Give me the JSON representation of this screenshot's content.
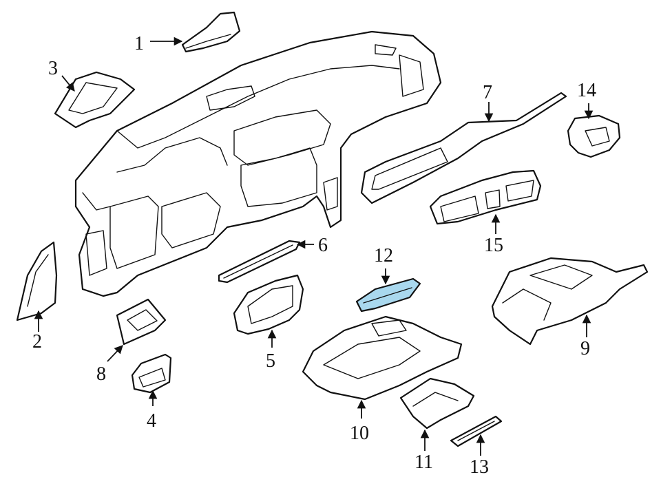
{
  "diagram": {
    "highlight_color": "#a9d8ee",
    "line_color": "#111111",
    "background": "#ffffff",
    "callouts": [
      {
        "id": "c1",
        "label": "1"
      },
      {
        "id": "c2",
        "label": "2"
      },
      {
        "id": "c3",
        "label": "3"
      },
      {
        "id": "c4",
        "label": "4"
      },
      {
        "id": "c5",
        "label": "5"
      },
      {
        "id": "c6",
        "label": "6"
      },
      {
        "id": "c7",
        "label": "7"
      },
      {
        "id": "c8",
        "label": "8"
      },
      {
        "id": "c9",
        "label": "9"
      },
      {
        "id": "c10",
        "label": "10"
      },
      {
        "id": "c11",
        "label": "11"
      },
      {
        "id": "c12",
        "label": "12"
      },
      {
        "id": "c13",
        "label": "13"
      },
      {
        "id": "c14",
        "label": "14"
      },
      {
        "id": "c15",
        "label": "15"
      }
    ]
  }
}
